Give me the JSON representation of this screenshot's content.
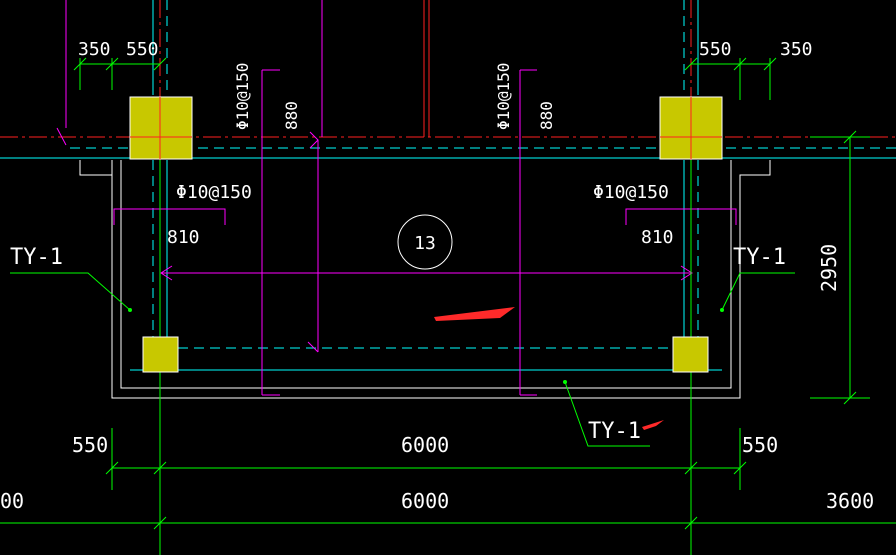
{
  "colors": {
    "background": "#000000",
    "dimension": "#00ff00",
    "axis": "#ff2020",
    "cyan": "#00ffff",
    "magenta": "#ff00ff",
    "column": "#c8c800",
    "outline": "#ffffff",
    "arrow": "#ff2a2a"
  },
  "labels": {
    "dim_350_left": "350",
    "dim_550_left_top": "550",
    "dim_550_right_top": "550",
    "dim_350_right": "350",
    "rebar_top_left": "Φ10@150",
    "rebar_top_right": "Φ10@150",
    "len_880_left": "880",
    "len_880_right": "880",
    "rebar_mid_left": "Φ10@150",
    "rebar_mid_right": "Φ10@150",
    "len_810_left": "810",
    "len_810_right": "810",
    "axis_bubble": "13",
    "ty_left": "TY-1",
    "ty_right": "TY-1",
    "ty_bottom": "TY-1",
    "dim_2950": "2950",
    "dim_550_left_bottom": "550",
    "dim_6000_upper": "6000",
    "dim_550_right_bottom": "550",
    "dim_00_left": "00",
    "dim_6000_lower": "6000",
    "dim_3600": "3600"
  }
}
